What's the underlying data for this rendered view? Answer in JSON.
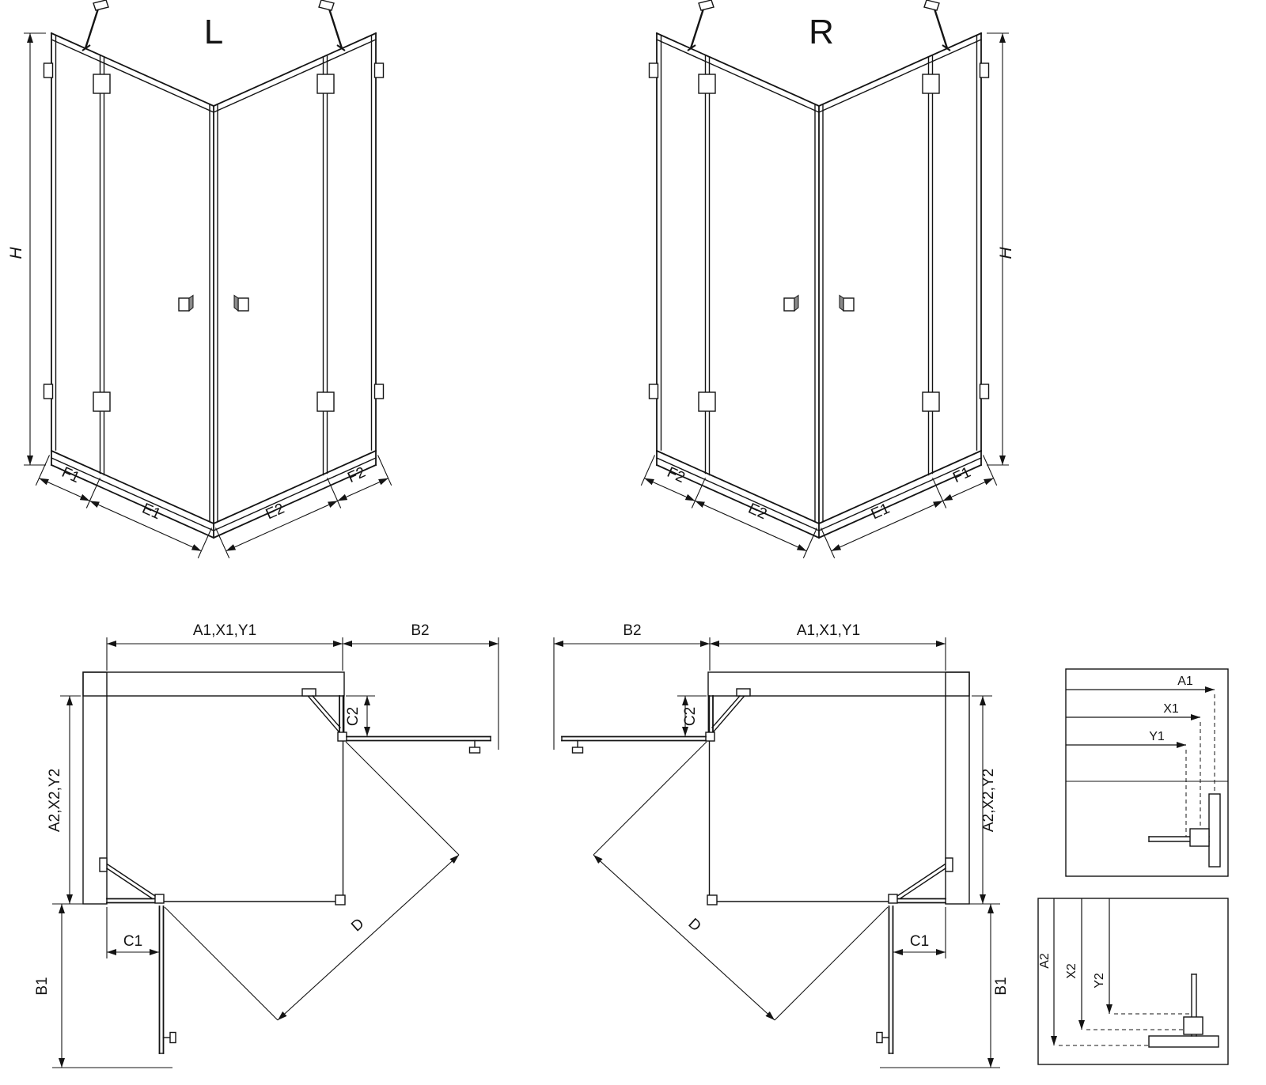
{
  "colors": {
    "ink": "#141414",
    "paper": "#ffffff"
  },
  "views": {
    "front_left": {
      "title": "L",
      "h": "H",
      "f1": "F1",
      "e1": "E1",
      "e2": "E2",
      "f2": "F2"
    },
    "front_right": {
      "title": "R",
      "h": "H",
      "f1": "F1",
      "e1": "E1",
      "e2": "E2",
      "f2": "F2"
    },
    "plan_left": {
      "width": "A1,X1,Y1",
      "depth": "A2,X2,Y2",
      "b1": "B1",
      "b2": "B2",
      "c1": "C1",
      "c2": "C2",
      "d": "D"
    },
    "plan_right": {
      "width": "A1,X1,Y1",
      "depth": "A2,X2,Y2",
      "b1": "B1",
      "b2": "B2",
      "c1": "C1",
      "c2": "C2",
      "d": "D"
    },
    "legend_h": {
      "a1": "A1",
      "x1": "X1",
      "y1": "Y1"
    },
    "legend_v": {
      "a2": "A2",
      "x2": "X2",
      "y2": "Y2"
    }
  }
}
